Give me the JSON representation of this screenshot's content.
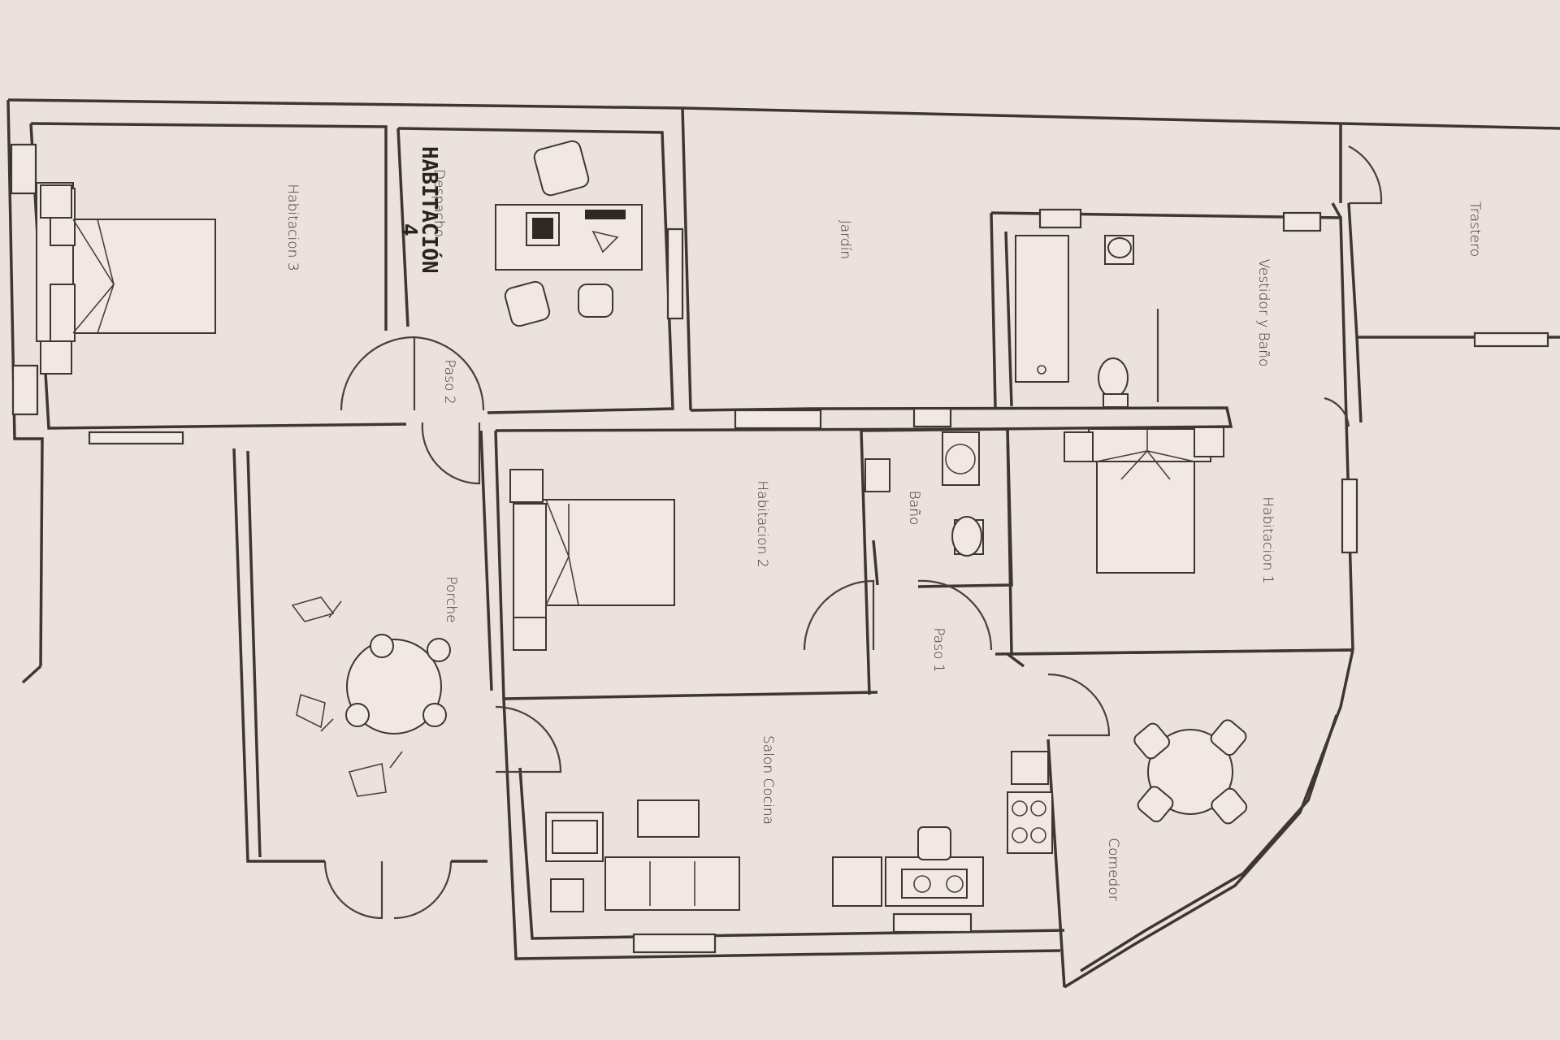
{
  "rooms": {
    "habitacion3": "Habitacion 3",
    "despacho": "Despacho",
    "habitacion4_note": "HABITACIÓN",
    "habitacion4_num": "4",
    "jardin": "Jardín",
    "trastero": "Trastero",
    "vestidor": "Vestidor y Baño",
    "paso2": "Paso 2",
    "habitacion2": "Habitacion 2",
    "bano": "Baño",
    "habitacion1": "Habitacion 1",
    "porche": "Porche",
    "paso1": "Paso 1",
    "salon": "Salon Cocina",
    "comedor": "Comedor"
  }
}
